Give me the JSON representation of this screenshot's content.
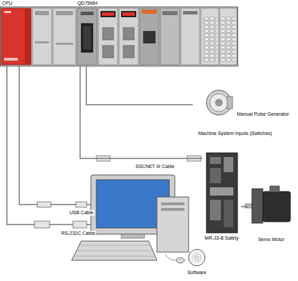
{
  "diagram": {
    "nodes": [
      {
        "text": [
          "CPU"
        ]
      },
      {
        "text": [
          "QD75MH"
        ]
      },
      {
        "text": [
          "Manual Pulse Generator",
          "Machine System Inputs (Switches)"
        ]
      },
      {
        "text": [
          "MR-J3-B Safety"
        ]
      },
      {
        "text": [
          "Servo Motor"
        ]
      },
      {
        "text": [
          "Software"
        ]
      }
    ],
    "edges": [
      {
        "from": 1,
        "to": 2,
        "arrow": "none"
      },
      {
        "from": 1,
        "to": 3,
        "label": "SSCNET III Cable",
        "arrow": "none"
      },
      {
        "from": 3,
        "to": 4,
        "arrow": "none"
      }
    ],
    "labels": [
      "USB Cable",
      "RS-232C Cable"
    ]
  }
}
